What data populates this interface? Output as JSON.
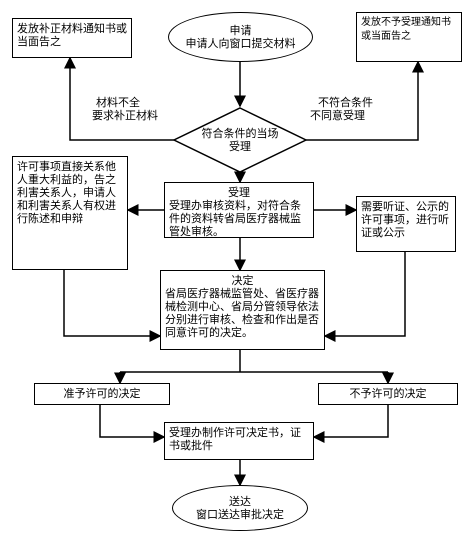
{
  "nodes": {
    "apply": {
      "title": "申请",
      "body": "申请人向窗口提交材料"
    },
    "notify_correction": {
      "text": "发放补正材料通知书或当面告之"
    },
    "notify_reject": {
      "text": "发放不予受理通知书或当面告之"
    },
    "decide_accept": {
      "text": "符合条件的当场受理"
    },
    "label_incomplete": {
      "line1": "材料不全",
      "line2": "要求补正材料"
    },
    "label_not_eligible": {
      "line1": "不符合条件",
      "line2": "不同意受理"
    },
    "accept": {
      "title": "受理",
      "body": "受理办审核资料，对符合条件的资料转省局医疗器械监管处审核。"
    },
    "rights": {
      "text": "许可事项直接关系他人重大利益的，告之利害关系人，申请人和利害关系人有权进行陈述和申辩"
    },
    "hearing": {
      "text": "需要听证、公示的许可事项，进行听证或公示"
    },
    "decision": {
      "title": "决定",
      "body": "省局医疗器械监管处、省医疗器械检测中心、省局分管领导依法分别进行审核、检查和作出是否同意许可的决定。"
    },
    "grant": {
      "text": "准予许可的决定"
    },
    "deny": {
      "text": "不予许可的决定"
    },
    "produce": {
      "text": "受理办制作许可决定书，证书或批件"
    },
    "deliver": {
      "title": "送达",
      "body": "窗口送达审批决定"
    }
  }
}
